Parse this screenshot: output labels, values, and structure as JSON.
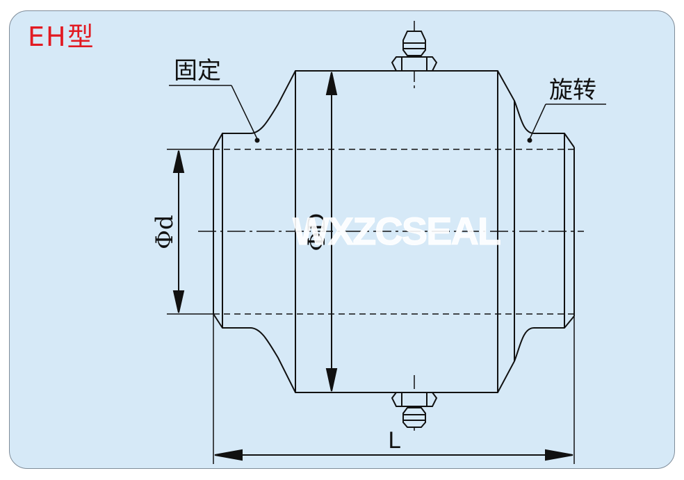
{
  "model_label": "EH型",
  "callouts": {
    "fixed": "固定",
    "rotating": "旋转"
  },
  "dimensions": {
    "inner_diameter": "Φd",
    "outer_diameter": "ΦD",
    "length": "L"
  },
  "watermark": "WXZCSEAL",
  "colors": {
    "panel_background": "#d6e9f7",
    "panel_border": "#7f8c99",
    "model_label": "#e21a22",
    "line": "#111111",
    "watermark": "#ffffff"
  }
}
